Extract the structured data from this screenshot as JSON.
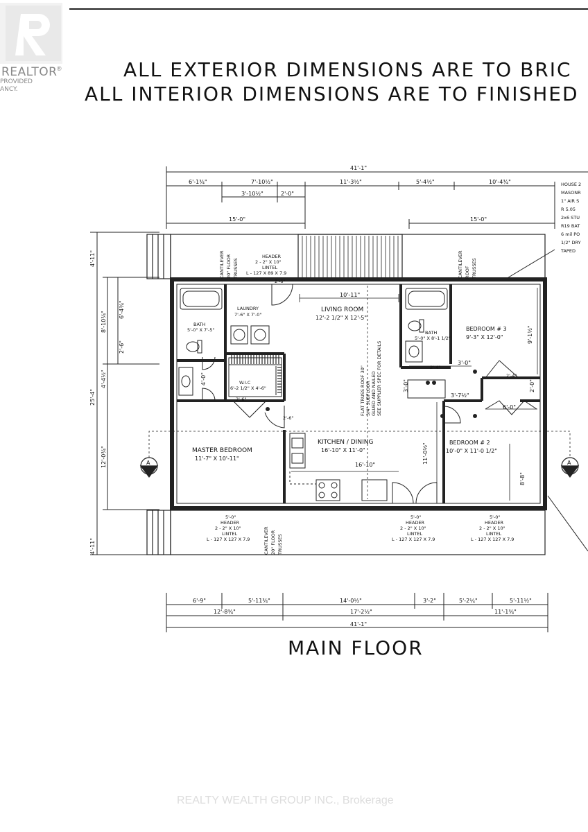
{
  "logo": {
    "brand": "REALTOR",
    "sub1": "PROVIDED",
    "sub2": "ANCY."
  },
  "banner": {
    "line1": "ALL EXTERIOR DIMENSIONS ARE TO BRIC",
    "line2": "ALL INTERIOR DIMENSIONS ARE TO FINISHED"
  },
  "dims_top": {
    "overall": "41'-1\"",
    "segments": [
      "6'-1¾\"",
      "7'-10½\"",
      "11'-3½\"",
      "5'-4½\"",
      "10'-4¾\""
    ],
    "sub_a": "3'-10½\"",
    "sub_b": "2'-0\"",
    "left_15": "15'-0\"",
    "right_15": "15'-0\""
  },
  "dims_left": {
    "overall": "25'-4\"",
    "top": "4'-11\"",
    "bottom": "4'-11\"",
    "a": "8'-10¾\"",
    "b": "4'-4½\"",
    "c": "12'-0¾\"",
    "d": "6'-4¾\"",
    "e": "2'-6\""
  },
  "dims_bottom": {
    "segments": [
      "6'-9\"",
      "5'-11¾\"",
      "14'-0½\"",
      "3'-2\"",
      "5'-2¼\"",
      "5'-11½\""
    ],
    "group": [
      "12'-8¾\"",
      "17'-2½\"",
      "11'-1¾\""
    ],
    "overall": "41'-1\""
  },
  "rooms": {
    "living": {
      "name": "LIVING ROOM",
      "size": "12'-2 1/2\" X 12'-5\""
    },
    "living_dim": "10'-11\"",
    "laundry": {
      "name": "LAUNDRY",
      "size": "7'-6\" X 7'-0\""
    },
    "bath1": {
      "name": "BATH",
      "size": "5'-0\" X 7'-5\""
    },
    "bath2": {
      "name": "BATH",
      "size": "5'-0\" X 8'-1 1/2\""
    },
    "wic": {
      "name": "W.I.C",
      "size": "6'-2 1/2\" X 4'-6\""
    },
    "bed3": {
      "name": "BEDROOM # 3",
      "size": "9'-3\" X 12'-0\""
    },
    "bed2": {
      "name": "BEDROOM # 2",
      "size": "10'-0\" X 11'-0 1/2\""
    },
    "master": {
      "name": "MASTER BEDROOM",
      "size": "11'-7\" X 10'-11\""
    },
    "kitchen": {
      "name": "KITCHEN / DINING",
      "size": "16'-10\" X 11'-0\""
    },
    "kitchen_dim": "16'-10\""
  },
  "notes": {
    "cantilever1": [
      "CANTILEVER",
      "20\" FLOOR",
      "TRUSSES"
    ],
    "cantilever2": [
      "CANTILEVER",
      "ROOF",
      "TRUSSES"
    ],
    "cantilever3": [
      "CANTILEVER",
      "20\" FLOOR",
      "TRUSSES"
    ],
    "header_top": [
      "HEADER",
      "2 - 2\" X 10\"",
      "LINTEL",
      "L - 127 X 89 X 7.9"
    ],
    "header_b1": [
      "5'-0\"",
      "HEADER",
      "2 - 2\" X 10\"",
      "LINTEL",
      "L - 127 X 127 X 7.9"
    ],
    "header_b2": [
      "5'-0\"",
      "HEADER",
      "2 - 2\" X 10\"",
      "LINTEL",
      "L - 127 X 127 X 7.9"
    ],
    "header_b3": [
      "5'-0\"",
      "HEADER",
      "2 - 2\" X 10\"",
      "LINTEL",
      "L - 127 X 127 X 7.9"
    ],
    "truss_note": [
      "FLAT TRUSS ROOF 30\"",
      "3/4\" SUBFLOOR",
      "GLUED AND NAILED",
      "SEE SUPPLIER SPEC FOR DETAILS"
    ],
    "spec": [
      "HOUSE 2",
      "MASONR",
      "1\" AIR S",
      "R 5.05",
      "2x6 STU",
      "R19 BAT",
      "6 mil PO",
      "1/2\" DRY",
      "TAPED"
    ]
  },
  "small_dims": {
    "d1": "2'-6\"",
    "d2": "2'-6\"",
    "d3": "2'-4\"",
    "d4": "3'-0\"",
    "d5": "2'-4\"",
    "d6": "6'-0\"",
    "d7": "3'-7½\"",
    "d8": "2'-0\"",
    "d9": "4'-0\"",
    "d10": "3'-0\"",
    "d11": "11'-0½\"",
    "d12": "8'-8\"",
    "d13": "9'-1½\"",
    "d14": "2'-6\""
  },
  "section_label": "A",
  "floor_title": "MAIN FLOOR",
  "brokerage": "REALTY WEALTH GROUP INC., Brokerage"
}
